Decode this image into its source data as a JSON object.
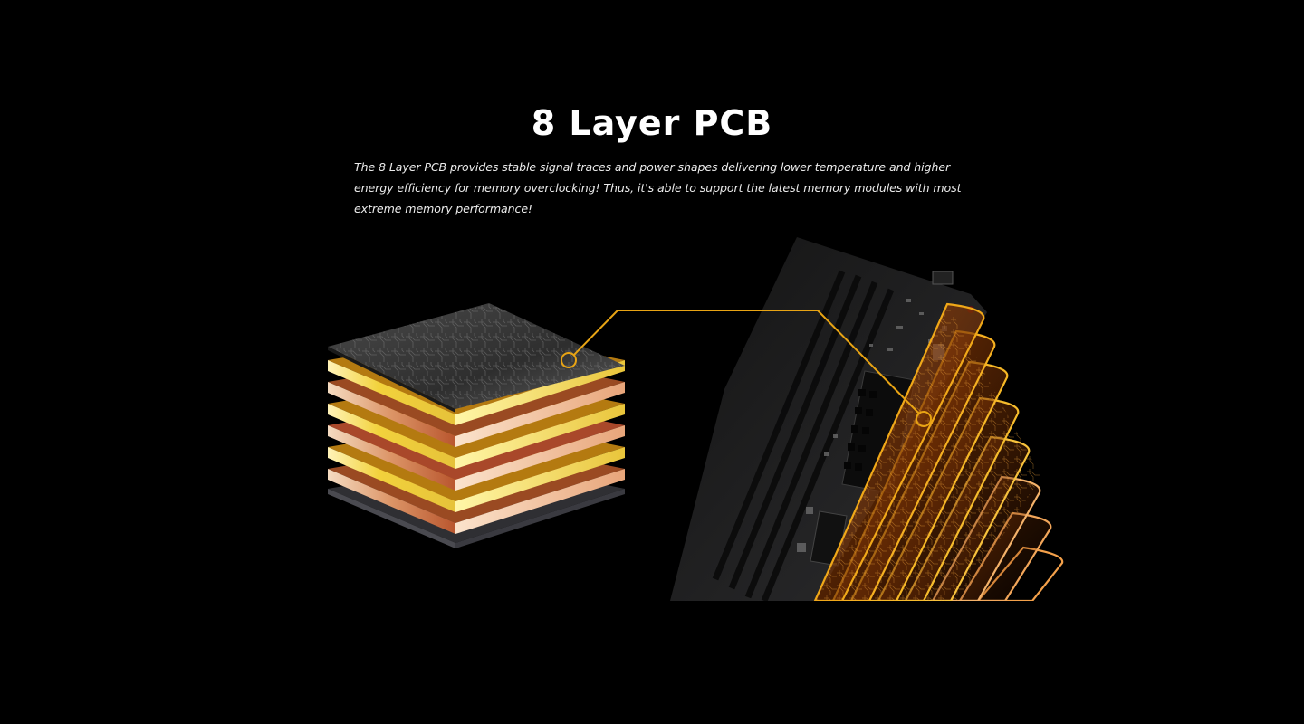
{
  "section": {
    "title": "8 Layer PCB",
    "description": "The 8 Layer PCB provides stable signal traces and power shapes delivering lower temperature and higher energy efficiency for memory overclocking! Thus, it's able to support the latest memory modules with most extreme memory performance!"
  },
  "illustration": {
    "left": "pcb-layer-stack",
    "right": "motherboard-layer-fan",
    "layer_count": 8,
    "callout_color": "#e8a414"
  },
  "colors": {
    "background": "#000000",
    "title": "#ffffff",
    "body_text": "#ececec",
    "accent": "#e8a414",
    "gold": "#e9c235",
    "copper": "#d98a5a"
  }
}
